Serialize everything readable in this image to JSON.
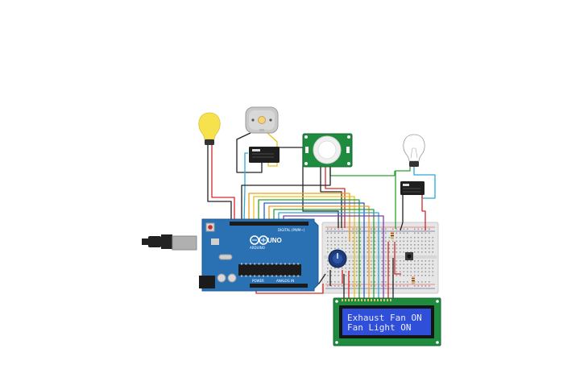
{
  "arduino": {
    "model_label": "UNO",
    "brand_label": "ARDUINO",
    "digital_label": "DIGITAL (PWM~)",
    "analog_label": "ANALOG IN",
    "power_label": "POWER"
  },
  "lcd": {
    "line1": "Exhaust Fan ON",
    "line2": "Fan Light ON"
  },
  "colors": {
    "board": "#2a71b4",
    "breadboard": "#e8e8e8",
    "lcd_screen": "#2f4fd8",
    "pcb_green": "#1f8b3f",
    "relay": "#1f1f1f",
    "bulb_on": "#f5e24c"
  },
  "icons": [
    "lightbulb-icon",
    "dc-motor-icon",
    "pir-sensor-icon",
    "relay-icon",
    "potentiometer-icon",
    "pushbutton-icon",
    "usb-cable-icon"
  ]
}
